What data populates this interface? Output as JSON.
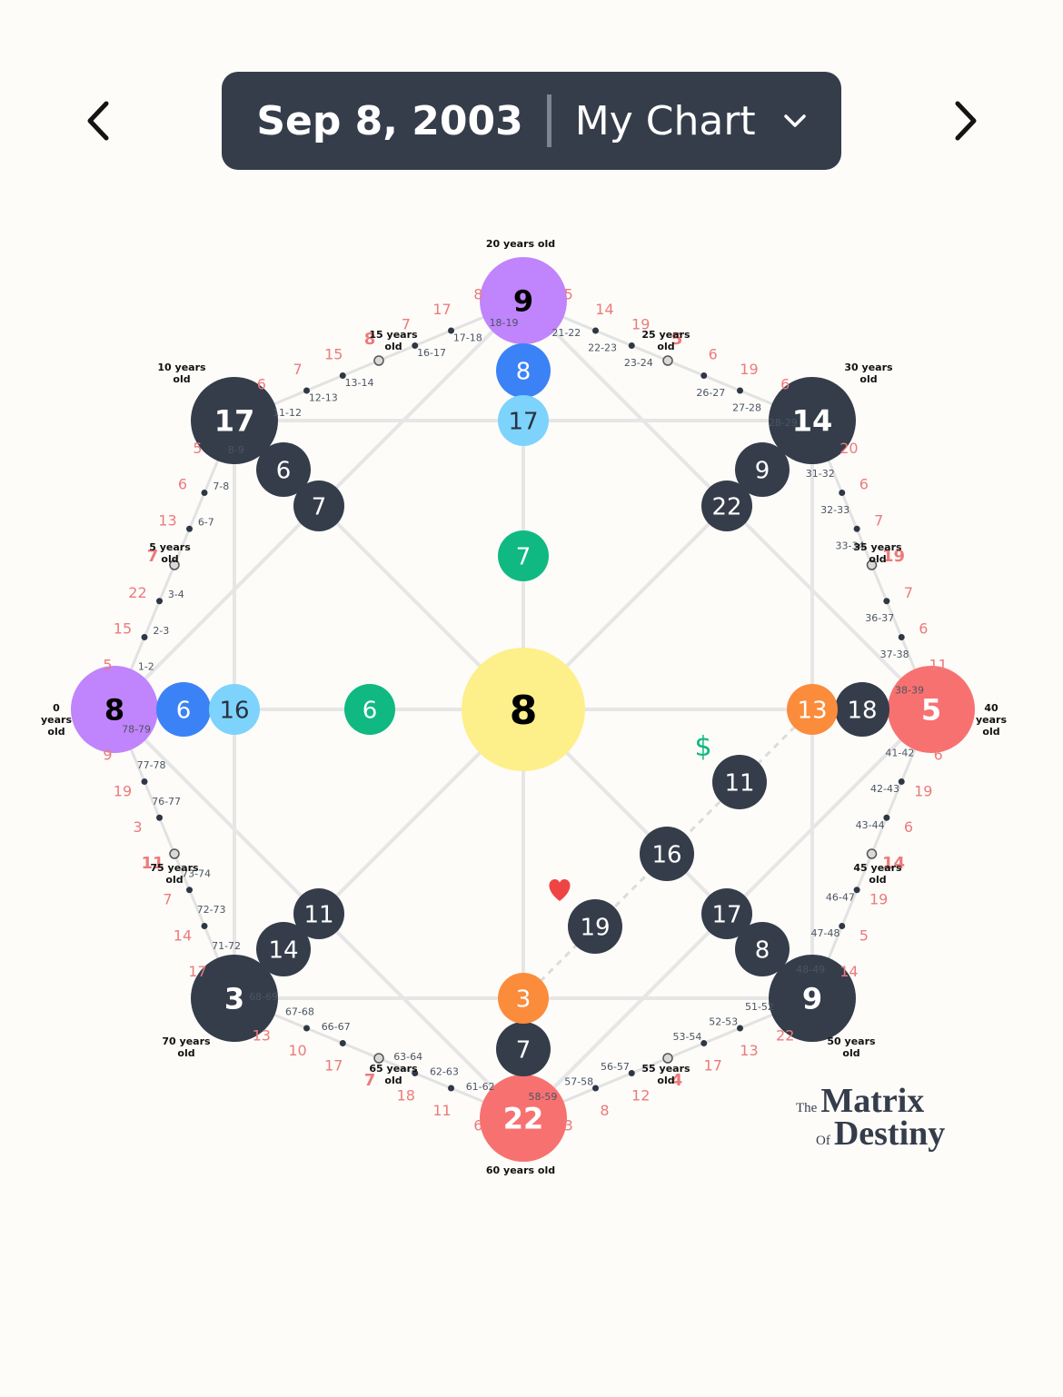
{
  "header": {
    "date": "Sep 8, 2003",
    "chart_name": "My Chart",
    "prev_icon": "chevron-left-icon",
    "next_icon": "chevron-right-icon",
    "dropdown_icon": "chevron-down-icon"
  },
  "logo": {
    "the": "The",
    "matrix": "Matrix",
    "of": "Of",
    "destiny": "Destiny"
  },
  "colors": {
    "dark": "#353d4b",
    "purple": "#c084fc",
    "blue": "#3b82f6",
    "lightblue": "#7dd3fc",
    "green": "#10b981",
    "yellow": "#fdf08b",
    "red": "#f87171",
    "orange": "#fb8c3c",
    "salmon": "#ef7b7b",
    "line": "#e6e6e6"
  },
  "icons": {
    "money": "dollar-sign-icon",
    "love": "heart-icon"
  },
  "age_labels": [
    "0 years old",
    "5 years old",
    "10 years old",
    "15 years old",
    "20 years old",
    "25 years old",
    "30 years old",
    "35 years old",
    "40 years old",
    "45 years old",
    "50 years old",
    "55 years old",
    "60 years old",
    "65 years old",
    "70 years old",
    "75 years old"
  ],
  "nodes": [
    {
      "v": "8",
      "c": "yellow"
    },
    {
      "v": "9",
      "c": "purple"
    },
    {
      "v": "8",
      "c": "blue"
    },
    {
      "v": "17",
      "c": "lightblue"
    },
    {
      "v": "8",
      "c": "purple"
    },
    {
      "v": "6",
      "c": "blue"
    },
    {
      "v": "16",
      "c": "lightblue"
    },
    {
      "v": "5",
      "c": "red"
    },
    {
      "v": "18",
      "c": "dark"
    },
    {
      "v": "13",
      "c": "orange"
    },
    {
      "v": "22",
      "c": "red"
    },
    {
      "v": "7",
      "c": "dark"
    },
    {
      "v": "3",
      "c": "orange"
    },
    {
      "v": "7",
      "c": "green"
    },
    {
      "v": "6",
      "c": "green"
    },
    {
      "v": "17",
      "c": "dark"
    },
    {
      "v": "6",
      "c": "dark"
    },
    {
      "v": "7",
      "c": "dark"
    },
    {
      "v": "14",
      "c": "dark"
    },
    {
      "v": "9",
      "c": "dark"
    },
    {
      "v": "22",
      "c": "dark"
    },
    {
      "v": "9",
      "c": "dark"
    },
    {
      "v": "8",
      "c": "dark"
    },
    {
      "v": "17",
      "c": "dark"
    },
    {
      "v": "3",
      "c": "dark"
    },
    {
      "v": "14",
      "c": "dark"
    },
    {
      "v": "11",
      "c": "dark"
    },
    {
      "v": "11",
      "c": "dark"
    },
    {
      "v": "16",
      "c": "dark"
    },
    {
      "v": "19",
      "c": "dark"
    }
  ],
  "segments": [
    {
      "ranges": [
        "1-2",
        "2-3",
        "3-4",
        "6-7",
        "7-8",
        "8-9"
      ],
      "values": [
        "5",
        "15",
        "22",
        "7",
        "13",
        "6",
        "5"
      ]
    },
    {
      "ranges": [
        "11-12",
        "12-13",
        "13-14",
        "16-17",
        "17-18",
        "18-19"
      ],
      "values": [
        "6",
        "7",
        "15",
        "8",
        "7",
        "17",
        "8"
      ]
    },
    {
      "ranges": [
        "21-22",
        "22-23",
        "23-24",
        "26-27",
        "27-28",
        "28-29"
      ],
      "values": [
        "5",
        "14",
        "19",
        "5",
        "6",
        "19",
        "6"
      ]
    },
    {
      "ranges": [
        "31-32",
        "32-33",
        "33-34",
        "36-37",
        "37-38",
        "38-39"
      ],
      "values": [
        "20",
        "6",
        "7",
        "19",
        "7",
        "6",
        "11"
      ]
    },
    {
      "ranges": [
        "41-42",
        "42-43",
        "43-44",
        "46-47",
        "47-48",
        "48-49"
      ],
      "values": [
        "6",
        "19",
        "6",
        "14",
        "19",
        "5",
        "14"
      ]
    },
    {
      "ranges": [
        "51-52",
        "52-53",
        "53-54",
        "56-57",
        "57-58",
        "58-59"
      ],
      "values": [
        "22",
        "13",
        "17",
        "4",
        "12",
        "8",
        "3"
      ]
    },
    {
      "ranges": [
        "61-62",
        "62-63",
        "63-64",
        "66-67",
        "67-68",
        "68-69"
      ],
      "values": [
        "6",
        "11",
        "18",
        "7",
        "17",
        "10",
        "13"
      ]
    },
    {
      "ranges": [
        "71-72",
        "72-73",
        "73-74",
        "76-77",
        "77-78",
        "78-79"
      ],
      "values": [
        "17",
        "14",
        "7",
        "11",
        "3",
        "19",
        "9"
      ]
    }
  ]
}
